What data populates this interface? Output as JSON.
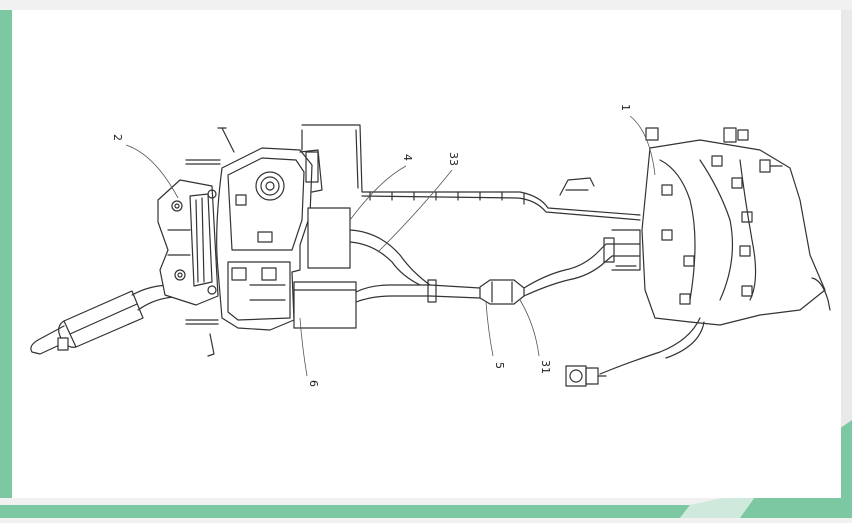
{
  "frame": {
    "accent_color": "#7cc8a3",
    "accent_light": "#cfe9dc",
    "background": "#f1f1f1",
    "canvas_color": "#ffffff"
  },
  "drawing": {
    "line_color": "#333333",
    "callouts": {
      "c1": "1",
      "c2": "2",
      "c4": "4",
      "c33": "33",
      "c5": "5",
      "c31": "31",
      "c6": "6"
    }
  }
}
